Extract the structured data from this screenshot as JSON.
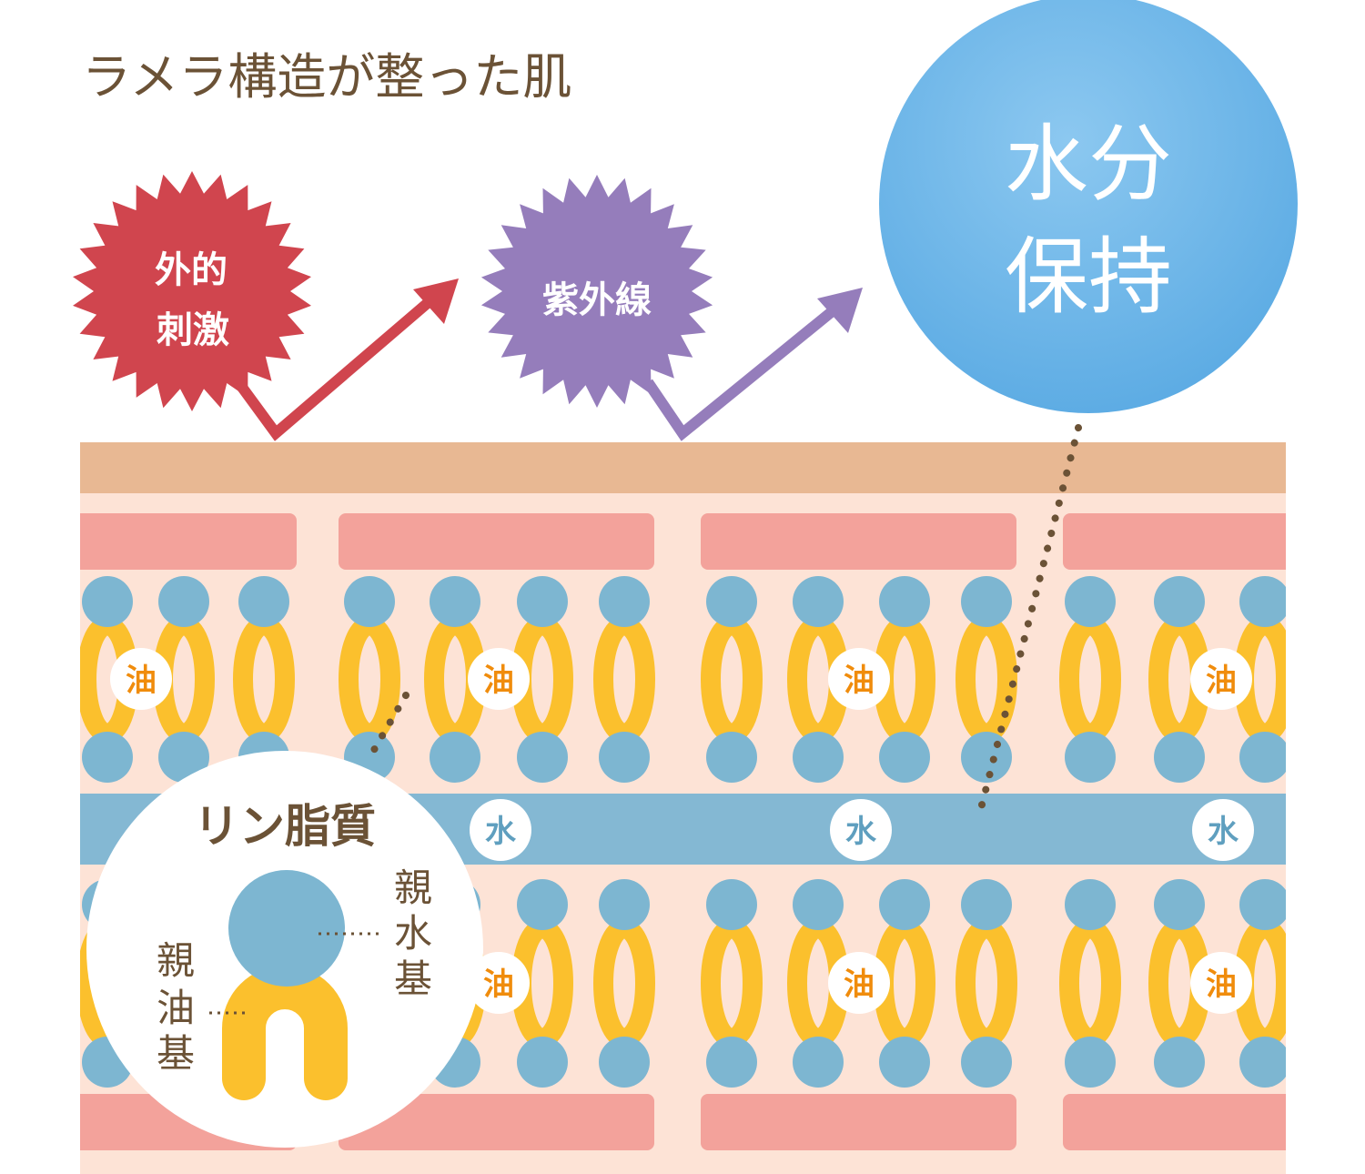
{
  "title": "ラメラ構造が整った肌",
  "burst_external": {
    "line1": "外的",
    "line2": "刺激"
  },
  "burst_uv": {
    "label": "紫外線"
  },
  "water_circle": {
    "line1": "水分",
    "line2": "保持"
  },
  "lipid_label": "油",
  "water_label": "水",
  "phospholipid": {
    "title": "リン脂質",
    "hydrophilic": [
      "親",
      "水",
      "基"
    ],
    "lipophilic": [
      "親",
      "油",
      "基"
    ]
  },
  "colors": {
    "title_text": "#6b5236",
    "burst_external": "#d0454e",
    "burst_uv": "#957dbb",
    "water_circle": "#5fb0e8",
    "surface_layer": "#e8b893",
    "skin_background": "#fde3d6",
    "corneocyte": "#f3a29b",
    "lipid_head": "#7db6d1",
    "lipid_tail": "#fbc02d",
    "water_band": "#84b8d3",
    "dot_line": "#6b5236"
  }
}
